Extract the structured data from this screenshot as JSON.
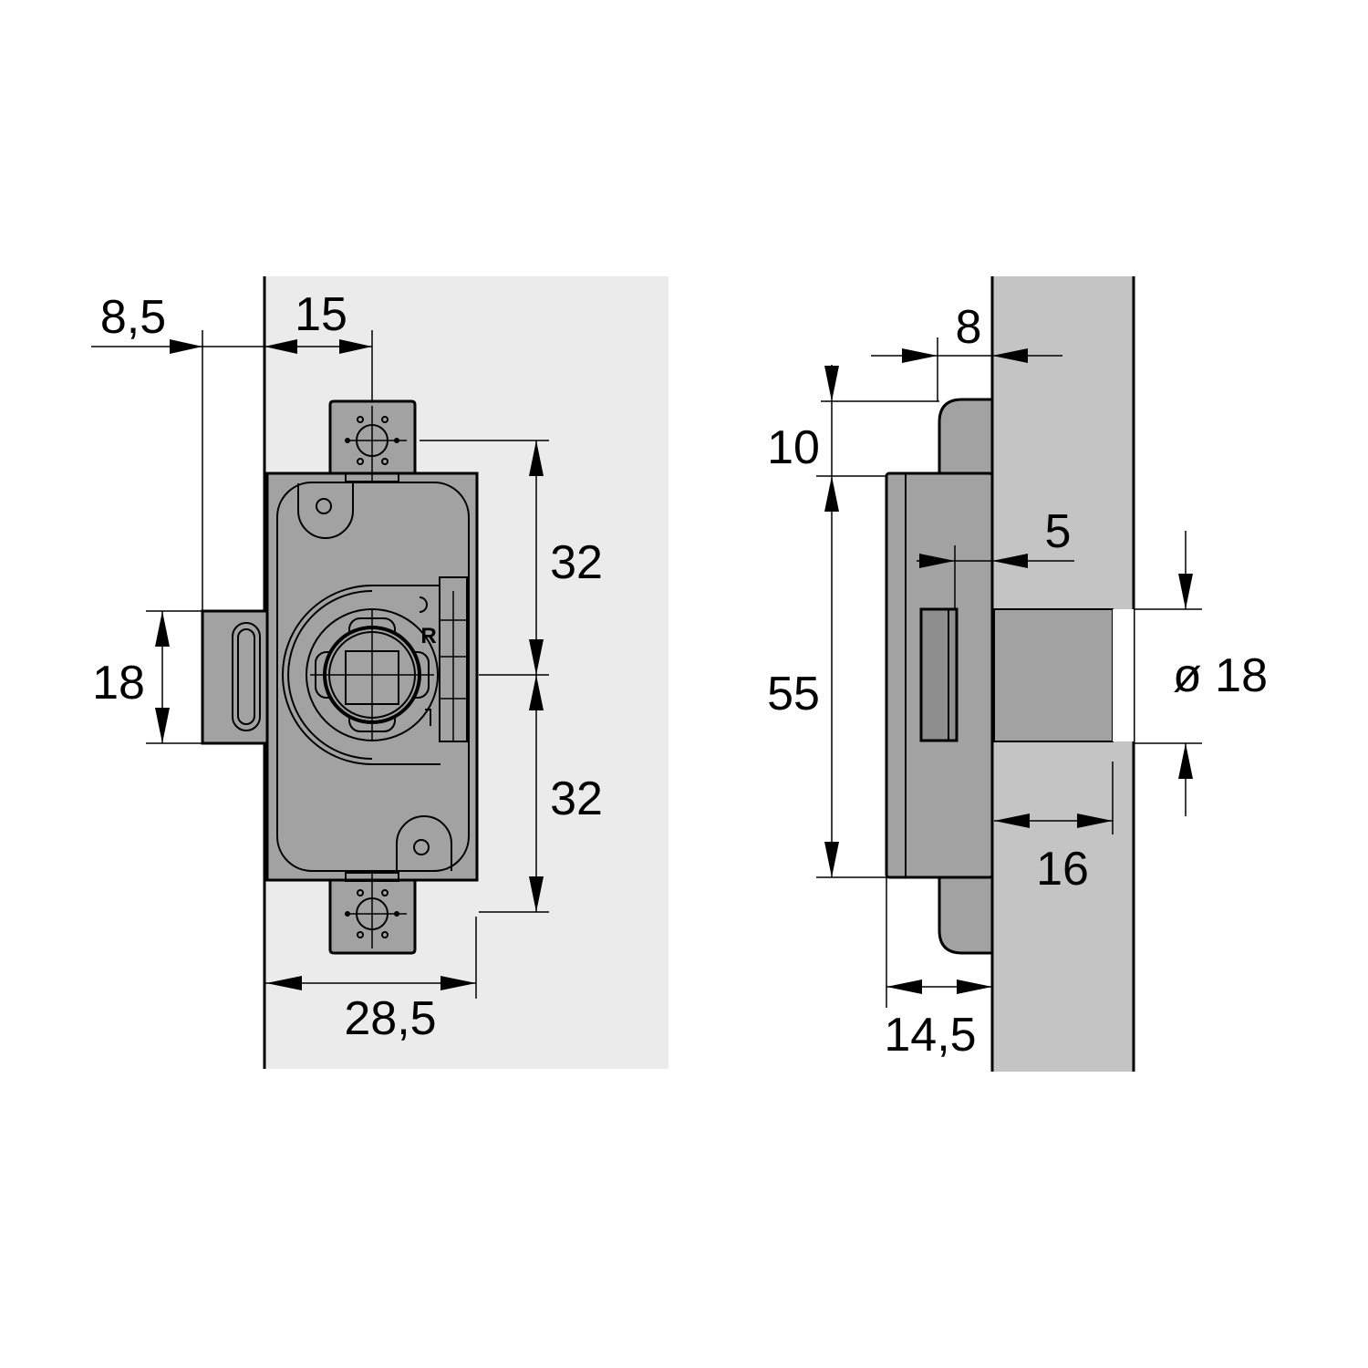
{
  "title": "Cabinet rim lock dimensional drawing",
  "colors": {
    "front_background": "#ebebeb",
    "panel": "#c4c4c4",
    "metal": "#a2a2a2",
    "line": "#000000"
  },
  "front_view": {
    "dimensions": {
      "bolt_offset": "8,5",
      "edge_to_center": "15",
      "upper_hole_spacing": "32",
      "lower_hole_spacing": "32",
      "bolt_height": "18",
      "body_width": "28,5"
    },
    "marking_letter": "R"
  },
  "side_view": {
    "dimensions": {
      "flange_depth": "8",
      "flange_overhang": "10",
      "body_height": "55",
      "slot_offset": "5",
      "cylinder_diameter": "ø 18",
      "cylinder_length": "16",
      "body_depth": "14,5"
    }
  }
}
